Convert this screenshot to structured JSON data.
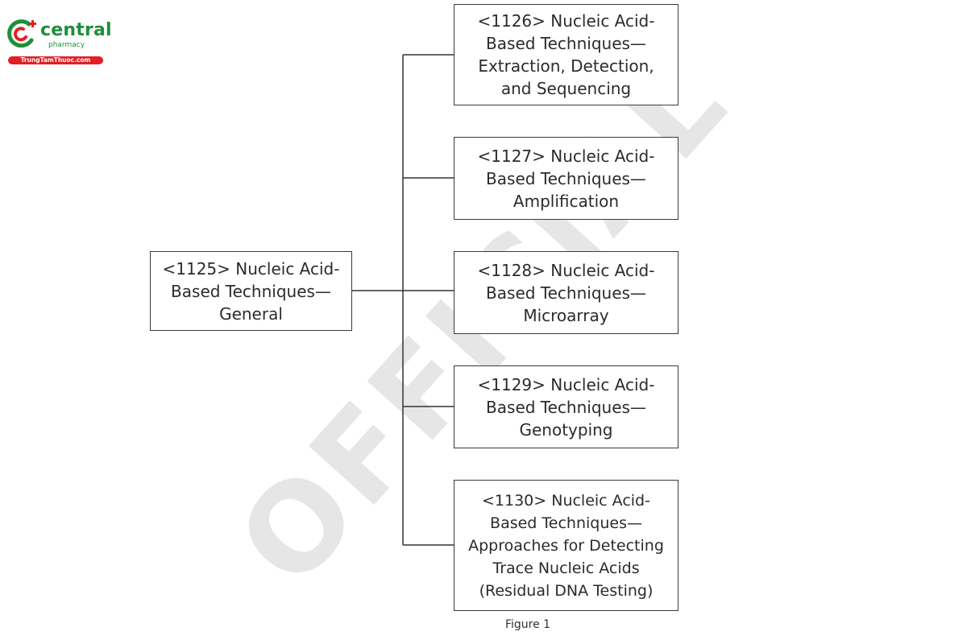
{
  "logo": {
    "name": "central",
    "sub": "pharmacy",
    "site": "TrungTamThuoc.com",
    "colors": {
      "green": "#1f8f3a",
      "red": "#e31e24"
    }
  },
  "watermark": "OFFICIAL",
  "root": {
    "line1": "<1125> Nucleic Acid-",
    "line2": "Based Techniques—",
    "line3": "General"
  },
  "children": [
    {
      "line1": "<1126> Nucleic Acid-",
      "line2": "Based Techniques—",
      "line3": "Extraction, Detection,",
      "line4": "and Sequencing"
    },
    {
      "line1": "<1127> Nucleic Acid-",
      "line2": "Based Techniques—",
      "line3": "Amplification"
    },
    {
      "line1": "<1128> Nucleic Acid-",
      "line2": "Based Techniques—",
      "line3": "Microarray"
    },
    {
      "line1": "<1129> Nucleic Acid-",
      "line2": "Based Techniques—",
      "line3": "Genotyping"
    },
    {
      "line1": "<1130> Nucleic Acid-",
      "line2": "Based Techniques—",
      "line3": "Approaches for Detecting",
      "line4": "Trace Nucleic Acids",
      "line5": "(Residual DNA Testing)"
    }
  ],
  "caption": "Figure 1"
}
